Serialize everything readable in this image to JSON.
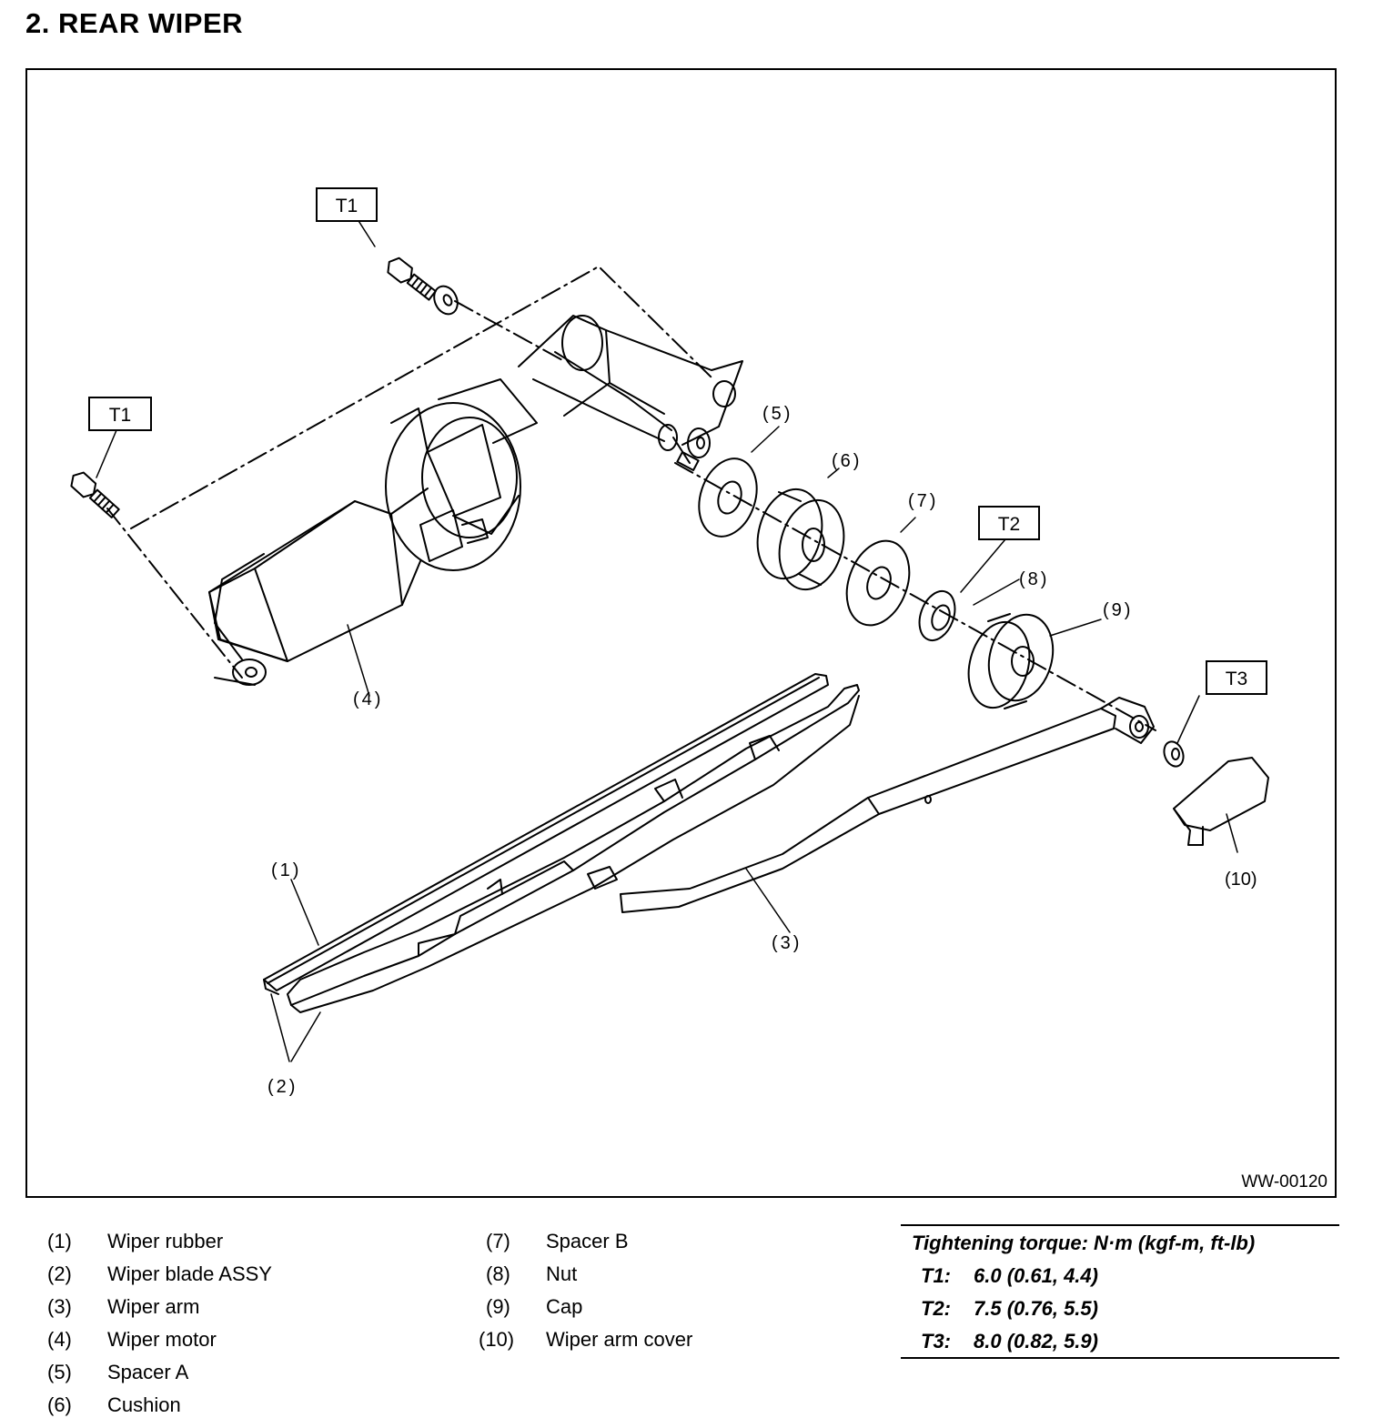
{
  "heading": "2. REAR WIPER",
  "figure_id": "WW-00120",
  "callouts": {
    "c1": "(1)",
    "c2": "(2)",
    "c3": "(3)",
    "c4": "(4)",
    "c5": "(5)",
    "c6": "(6)",
    "c7": "(7)",
    "c8": "(8)",
    "c9": "(9)",
    "c10": "(10)",
    "t1": "T1",
    "t2": "T2",
    "t3": "T3"
  },
  "parts": [
    {
      "num": "(1)",
      "name": "Wiper rubber"
    },
    {
      "num": "(2)",
      "name": "Wiper blade ASSY"
    },
    {
      "num": "(3)",
      "name": "Wiper arm"
    },
    {
      "num": "(4)",
      "name": "Wiper motor"
    },
    {
      "num": "(5)",
      "name": "Spacer A"
    },
    {
      "num": "(6)",
      "name": "Cushion"
    },
    {
      "num": "(7)",
      "name": "Spacer B"
    },
    {
      "num": "(8)",
      "name": "Nut"
    },
    {
      "num": "(9)",
      "name": "Cap"
    },
    {
      "num": "(10)",
      "name": "Wiper arm cover"
    }
  ],
  "torque": {
    "heading": "Tightening torque: N·m (kgf-m, ft-lb)",
    "rows": [
      {
        "key": "T1:",
        "value": "6.0 (0.61, 4.4)"
      },
      {
        "key": "T2:",
        "value": "7.5 (0.76, 5.5)"
      },
      {
        "key": "T3:",
        "value": "8.0 (0.82, 5.9)"
      }
    ]
  }
}
